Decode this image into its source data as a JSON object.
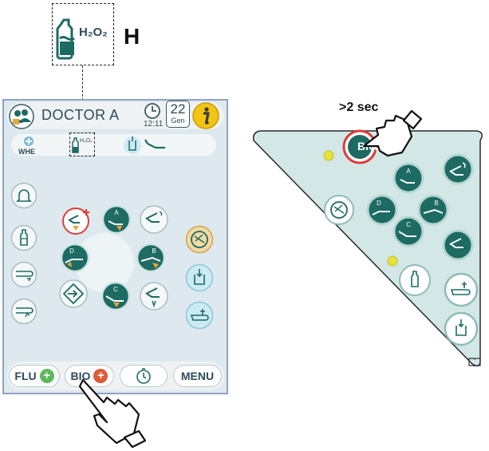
{
  "callout": {
    "label": "H",
    "icon": "h2o2-bottle-icon",
    "icon_text": "H₂O₂"
  },
  "header": {
    "doctor": "DOCTOR A",
    "time": "12:11",
    "day": "22",
    "month": "Gen",
    "info_icon": "info-icon"
  },
  "toolbar": {
    "whe_label": "WHE",
    "h2o2_text": "H₂O₂"
  },
  "bottom": {
    "flu_label": "FLU",
    "bio_label": "BIO",
    "menu_label": "MENU"
  },
  "keypad": {
    "hold_label": ">2 sec",
    "bio_label": "BIO",
    "memory_letters": [
      "A",
      "B",
      "C",
      "D"
    ]
  },
  "screen_memory_letters": [
    "A",
    "B",
    "C",
    "D"
  ],
  "colors": {
    "teal_dark": "#1d6b63",
    "teal_light": "#cfe3e0",
    "red": "#e03a3a",
    "green": "#5cb85c",
    "yellow": "#e6e23a",
    "panel_bg": "#dde9ee",
    "panel_border": "#8fa4c4"
  }
}
